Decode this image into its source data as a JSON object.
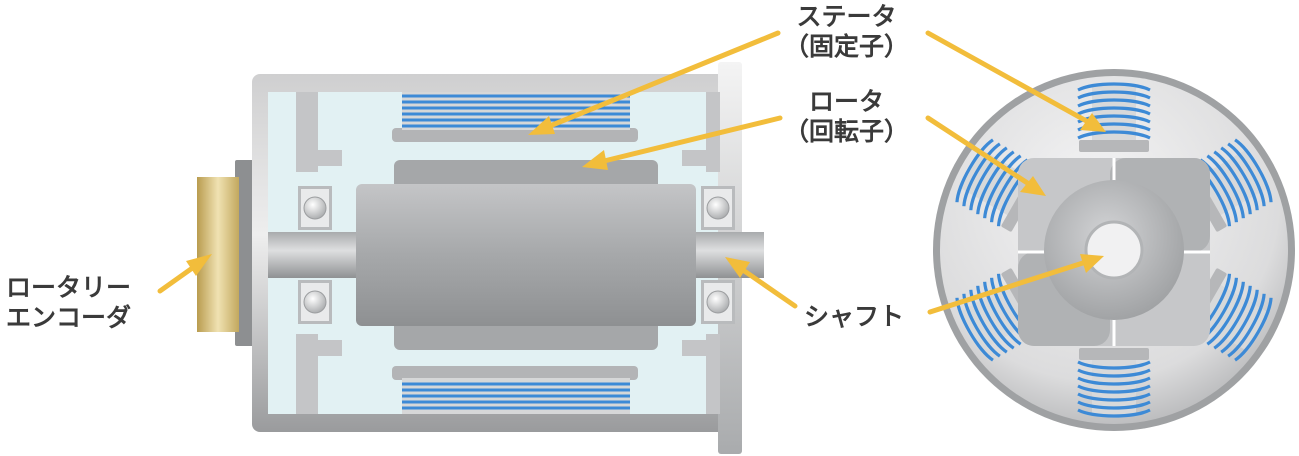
{
  "labels": {
    "stator": {
      "line1": "ステータ",
      "line2": "（固定子）"
    },
    "rotor": {
      "line1": "ロータ",
      "line2": "（回転子）"
    },
    "encoder": {
      "line1": "ロータリー",
      "line2": "エンコーダ"
    },
    "shaft": {
      "line1": "シャフト"
    }
  },
  "colors": {
    "arrow": "#f2bd3b",
    "coil": "#3d8ad6",
    "housing": "#c9c9c9",
    "housing_inner": "#e2f1f3",
    "encoder": "#c9b26e",
    "text": "#3a3a3a"
  }
}
